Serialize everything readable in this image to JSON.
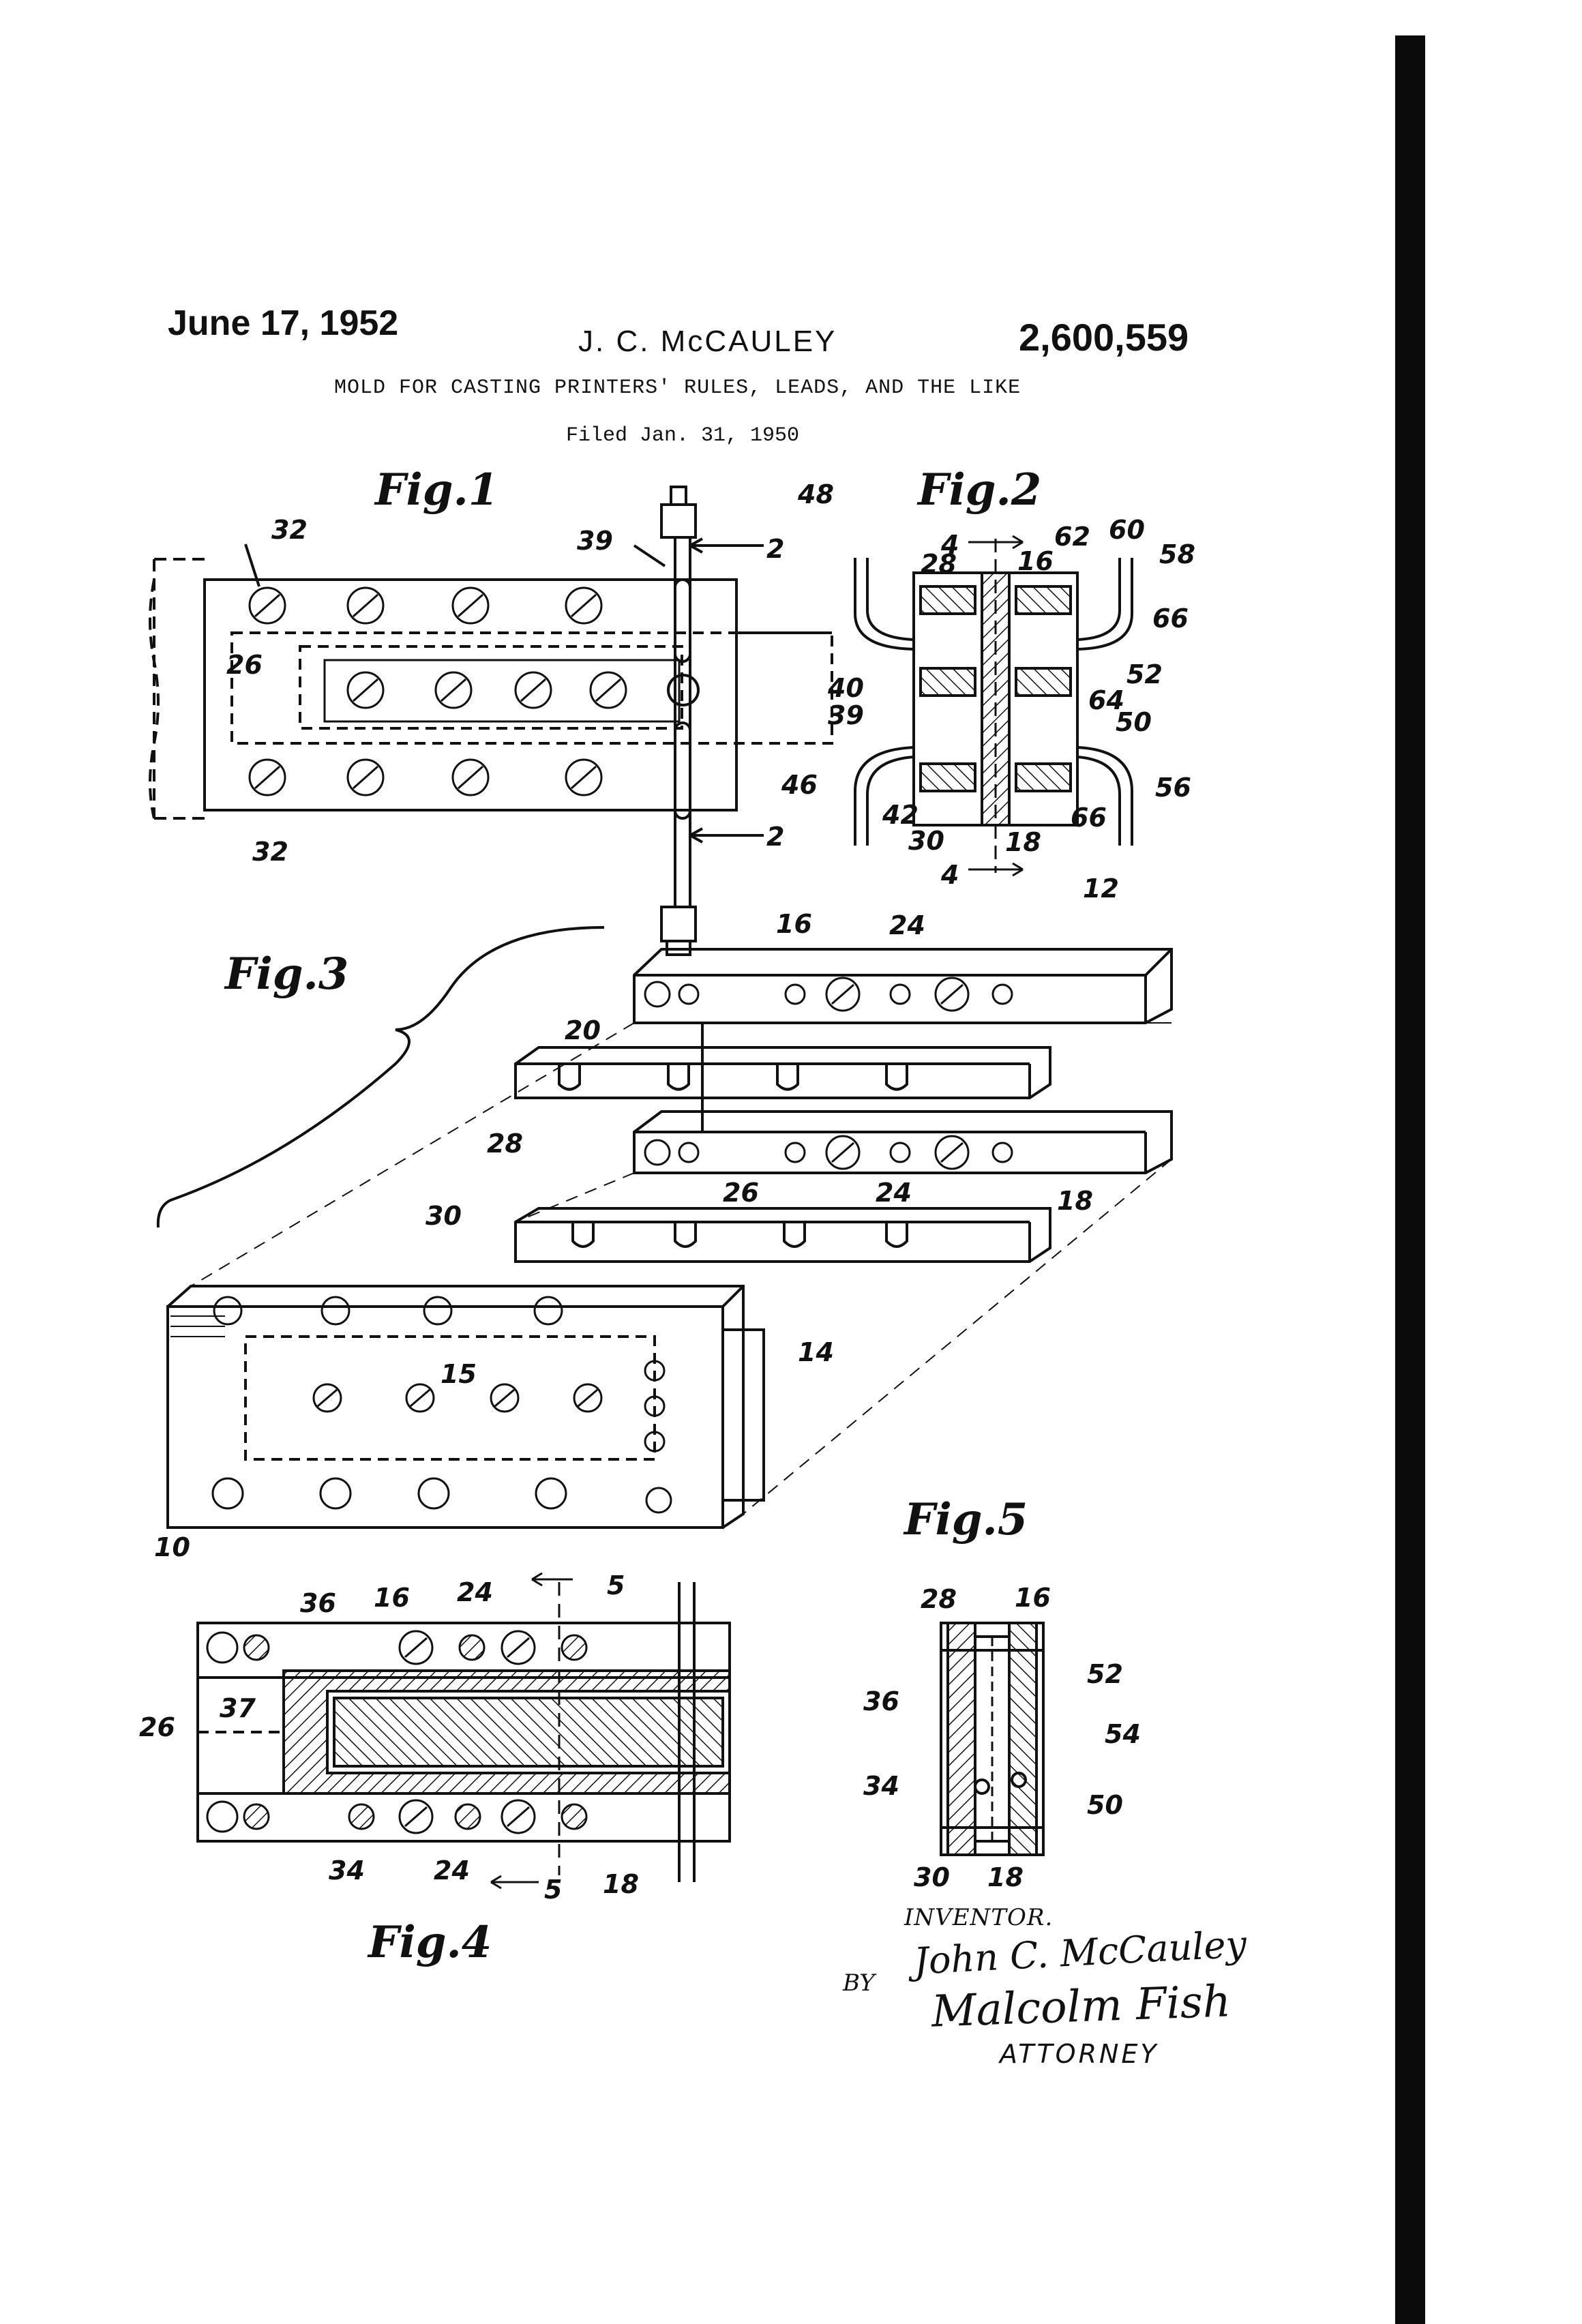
{
  "header": {
    "date": "June 17, 1952",
    "inventor": "J. C. McCAULEY",
    "patent_number": "2,600,559",
    "title": "MOLD FOR CASTING PRINTERS' RULES, LEADS, AND THE LIKE",
    "filed": "Filed Jan. 31, 1950"
  },
  "figures": {
    "fig1": {
      "label": "Fig.1",
      "refs": {
        "r32a": "32",
        "r32b": "32",
        "r26": "26",
        "r39": "39",
        "r2a": "2",
        "r2b": "2"
      }
    },
    "fig2": {
      "label": "Fig.2",
      "refs": {
        "r48": "48",
        "r4a": "4",
        "r4b": "4",
        "r28": "28",
        "r16": "16",
        "r62": "62",
        "r60": "60",
        "r58": "58",
        "r66a": "66",
        "r66b": "66",
        "r52": "52",
        "r40": "40",
        "r64": "64",
        "r39": "39",
        "r50": "50",
        "r46": "46",
        "r56": "56",
        "r42": "42",
        "r30": "30",
        "r18": "18"
      }
    },
    "fig3": {
      "label": "Fig.3",
      "refs": {
        "r12": "12",
        "r16": "16",
        "r24a": "24",
        "r20": "20",
        "r28": "28",
        "r26": "26",
        "r24b": "24",
        "r18": "18",
        "r30": "30",
        "r14": "14",
        "r15": "15",
        "r10": "10"
      }
    },
    "fig4": {
      "label": "Fig.4",
      "refs": {
        "r36": "36",
        "r16": "16",
        "r24a": "24",
        "r5a": "5",
        "r37": "37",
        "r26": "26",
        "r34": "34",
        "r24b": "24",
        "r5b": "5",
        "r18": "18"
      }
    },
    "fig5": {
      "label": "Fig.5",
      "refs": {
        "r28": "28",
        "r16": "16",
        "r52": "52",
        "r36": "36",
        "r54": "54",
        "r34": "34",
        "r50": "50",
        "r30": "30",
        "r18": "18"
      }
    }
  },
  "signatures": {
    "inventor_label": "INVENTOR.",
    "inventor_signature": "John C. McCauley",
    "by": "BY",
    "attorney_signature": "Malcolm Fish",
    "attorney_label": "ATTORNEY"
  }
}
